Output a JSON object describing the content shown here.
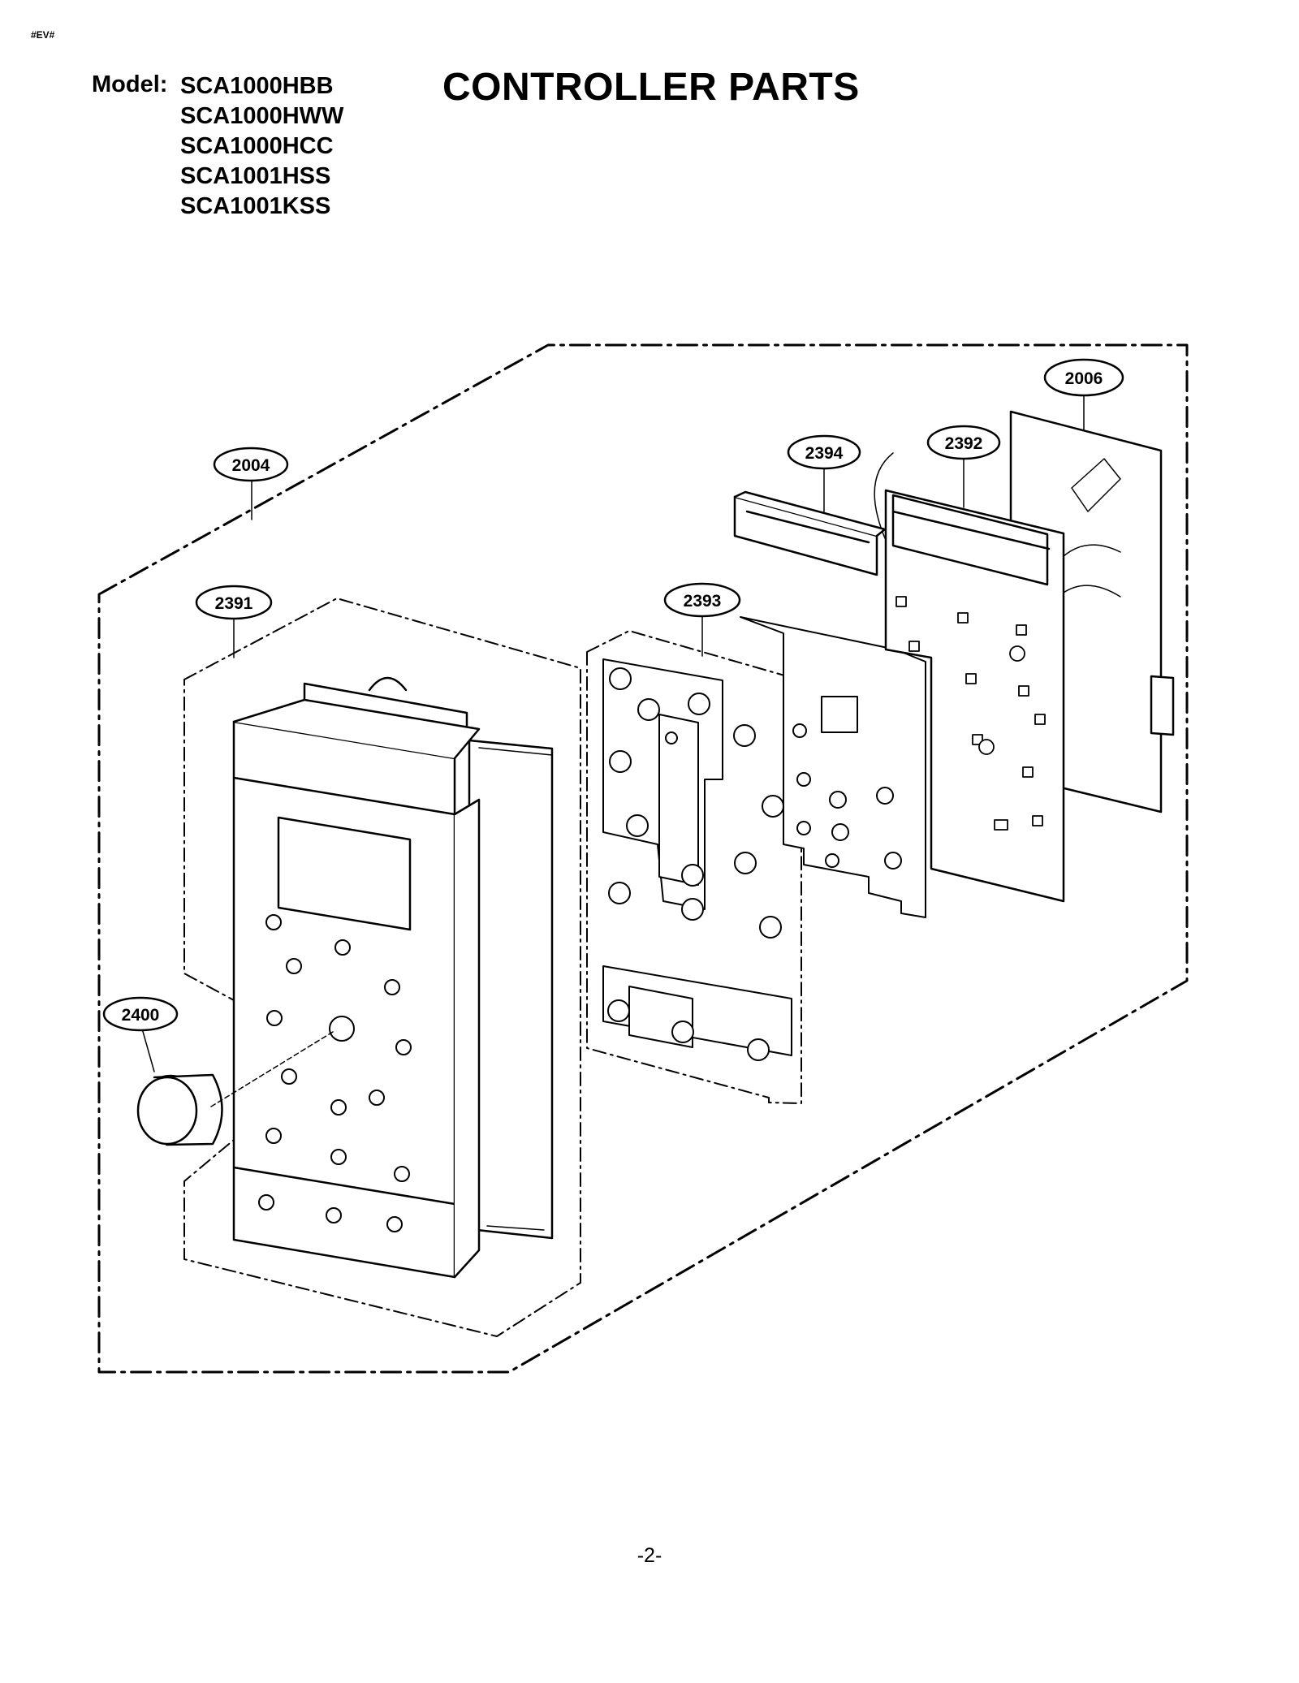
{
  "page": {
    "corner_code": "#EV#",
    "model_label": "Model:",
    "models": [
      "SCA1000HBB",
      "SCA1000HWW",
      "SCA1000HCC",
      "SCA1001HSS",
      "SCA1001KSS"
    ],
    "title": "CONTROLLER PARTS",
    "page_number": "-2-"
  },
  "callouts": [
    {
      "id": "2004",
      "label": "2004"
    },
    {
      "id": "2391",
      "label": "2391"
    },
    {
      "id": "2393",
      "label": "2393"
    },
    {
      "id": "2394",
      "label": "2394"
    },
    {
      "id": "2392",
      "label": "2392"
    },
    {
      "id": "2006",
      "label": "2006"
    },
    {
      "id": "2400",
      "label": "2400"
    }
  ]
}
